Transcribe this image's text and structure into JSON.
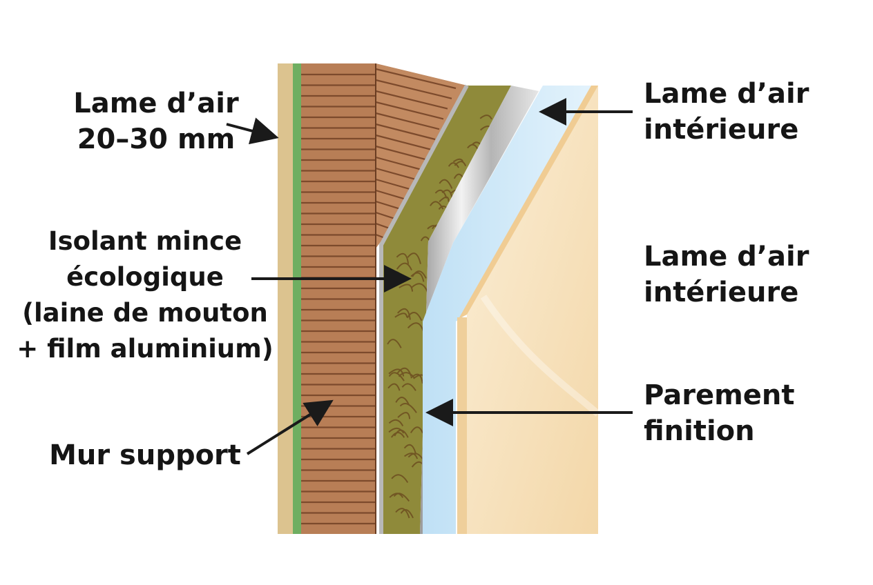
{
  "labels": {
    "air_gap_outer": {
      "lines": [
        "Lame d’air",
        "20–30 mm"
      ]
    },
    "insulation": {
      "lines": [
        "Isolant mince",
        "écologique",
        "(laine de mouton",
        "+ film aluminium)"
      ]
    },
    "support_wall": {
      "lines": [
        "Mur support"
      ]
    },
    "air_gap_inner_1": {
      "lines": [
        "Lame d’air",
        "intérieure"
      ]
    },
    "air_gap_inner_2": {
      "lines": [
        "Lame d’air",
        "intérieure"
      ]
    },
    "finish_panel": {
      "lines": [
        "Parement",
        "finition"
      ]
    }
  },
  "colors": {
    "air_gap_outer": "#dcc38f",
    "membrane_green": "#6fae61",
    "wall_brick": "#b87e56",
    "wall_mortar": "#7c4a2c",
    "wool": "#8f8a3a",
    "aluminium": "#c8c8c8",
    "air_gap_inner": "#cfe8f7",
    "finish_panel": "#f6dfb7",
    "arrow": "#1a1a1a"
  }
}
